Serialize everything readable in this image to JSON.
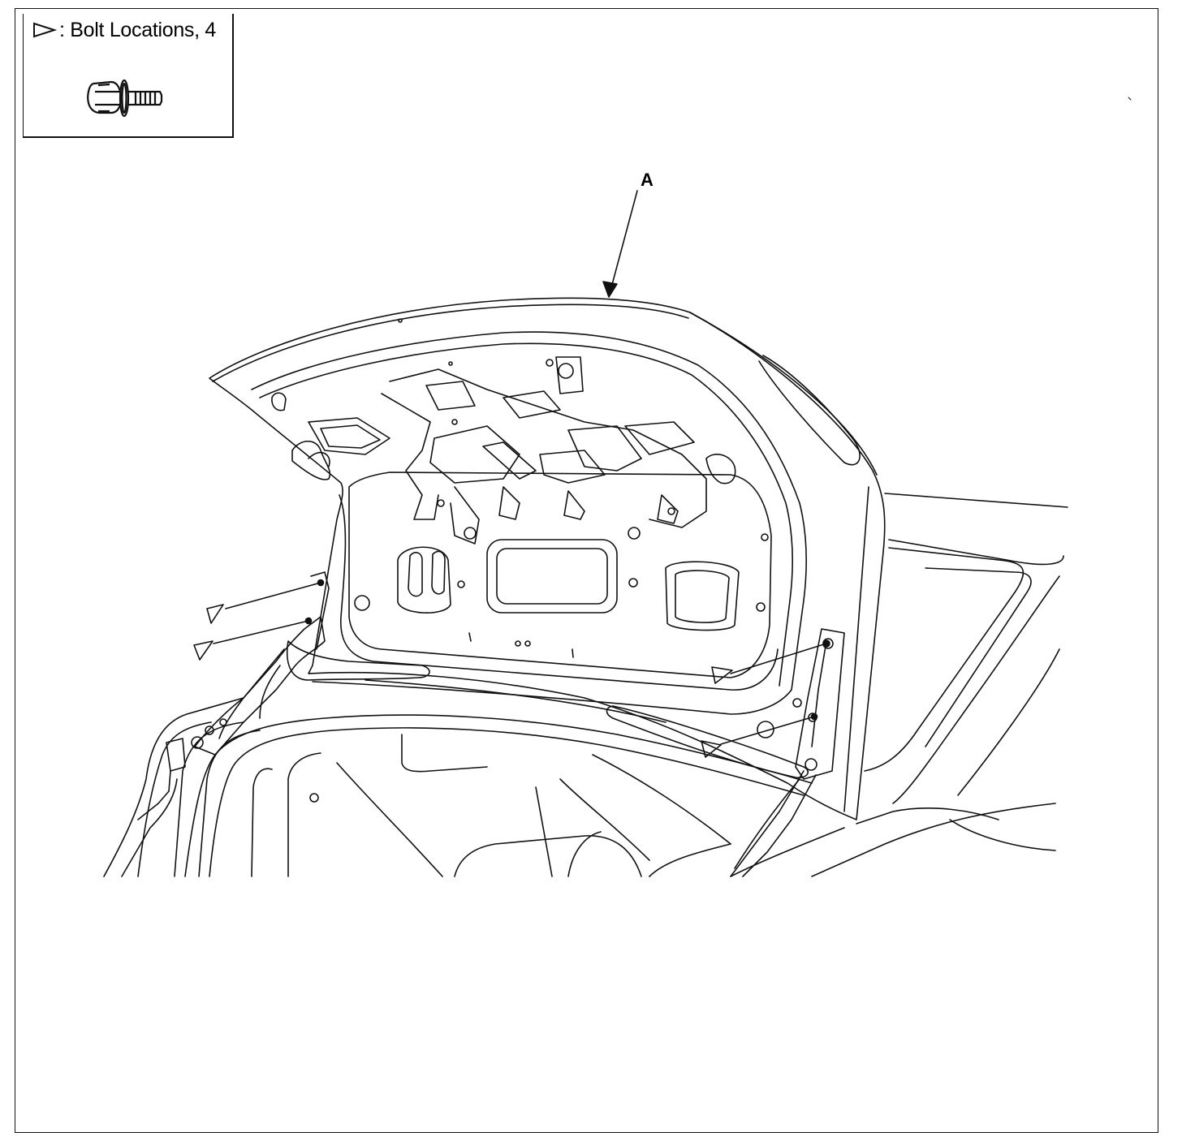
{
  "legend": {
    "symbol": "bolt-location-triangle-icon",
    "text": ": Bolt Locations, 4",
    "icon": "flange-bolt-icon"
  },
  "callouts": {
    "part_a": "A"
  },
  "bolt_markers": {
    "count": 4,
    "icon": "bolt-location-triangle-icon"
  },
  "colors": {
    "line": "#111111",
    "background": "#ffffff"
  }
}
